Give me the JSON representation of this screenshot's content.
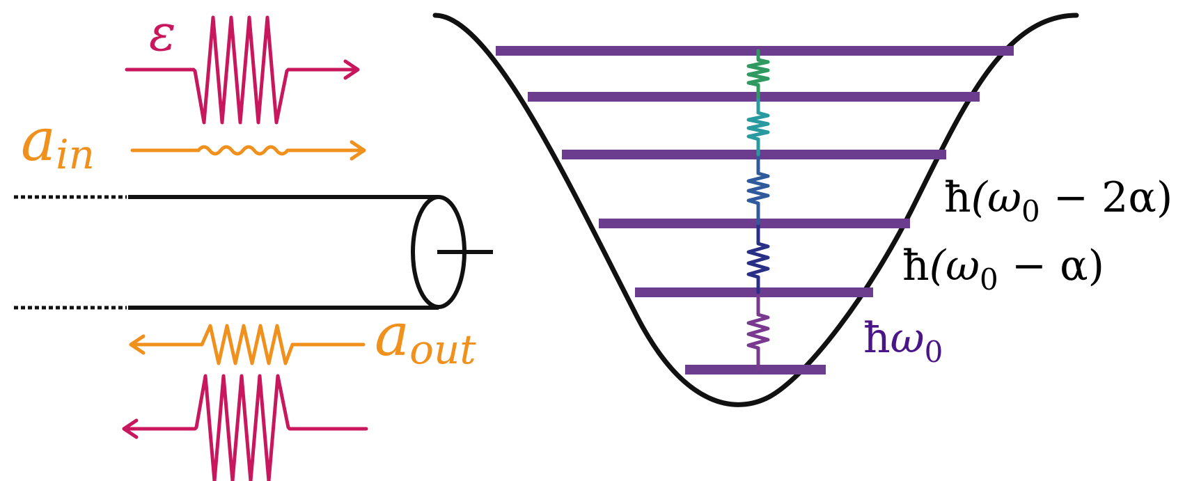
{
  "labels": {
    "drive_symbol": "ε",
    "a_in": {
      "base": "a",
      "sub": "in"
    },
    "a_out": {
      "base": "a",
      "sub": "out"
    },
    "level_0": {
      "hbar": "ħ",
      "main": "ω",
      "sub": "0",
      "rest": ""
    },
    "level_1": {
      "hbar": "ħ",
      "main": "(ω",
      "sub": "0",
      "rest": " − α)"
    },
    "level_2": {
      "hbar": "ħ",
      "main": "(ω",
      "sub": "0",
      "rest": " − 2α)"
    }
  },
  "colors": {
    "drive": "#c8175d",
    "field": "#f0901d",
    "level": "#6c3d8f",
    "outline": "#111111",
    "label_dark": "#000000",
    "label_level0": "#4a1586",
    "springs": [
      "#78398f",
      "#2a2f86",
      "#2f5a9c",
      "#2a9aa1",
      "#2f9a5f"
    ]
  },
  "icons": {
    "drive_in": "drive-pulse-icon",
    "drive_out": "reflected-drive-pulse-icon",
    "a_in": "input-field-wave-icon",
    "a_out": "output-field-wave-icon",
    "resonator": "coaxial-cylinder-icon",
    "potential": "anharmonic-potential-well-icon",
    "ladder": "spring-ladder-icon"
  },
  "energy_levels": {
    "count": 6
  }
}
